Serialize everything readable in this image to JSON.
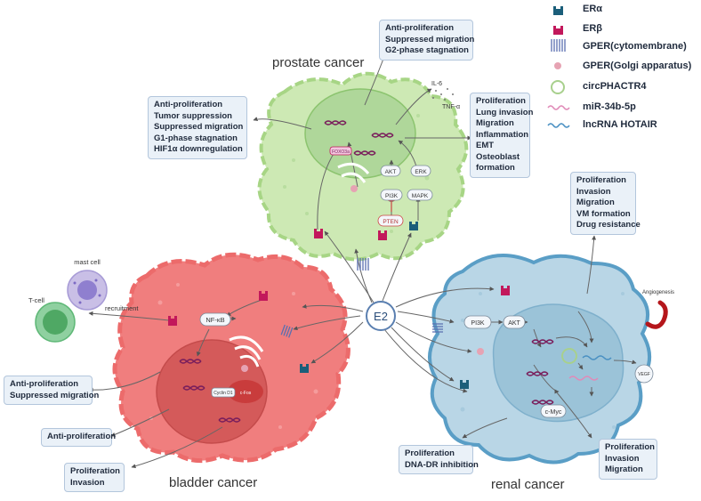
{
  "colors": {
    "er_alpha": "#1b5e7a",
    "er_beta": "#c2185b",
    "gper_membrane": "#5a6fb0",
    "gper_golgi": "#e6a3b3",
    "circ_phactr4": "#a8d08d",
    "mir_34b": "#e08ab8",
    "lnc_hotair": "#4a90c2",
    "prostate_cell": "#cde9b4",
    "bladder_cell": "#f07e7e",
    "renal_cell": "#b9d6e6",
    "box_fill": "#eaf1f8",
    "box_border": "#b3c6dc",
    "dna": "#7a1f5c"
  },
  "legend": {
    "items": [
      {
        "icon": "er-alpha-receptor-icon",
        "label": "ERα"
      },
      {
        "icon": "er-beta-receptor-icon",
        "label": "ERβ"
      },
      {
        "icon": "gper-membrane-receptor-icon",
        "label": "GPER(cytomembrane)"
      },
      {
        "icon": "gper-golgi-dot-icon",
        "label": "GPER(Golgi apparatus)"
      },
      {
        "icon": "circphactr4-ring-icon",
        "label": "circPHACTR4"
      },
      {
        "icon": "mir-34b-wave-icon",
        "label": "miR-34b-5p"
      },
      {
        "icon": "lnc-hotair-wave-icon",
        "label": "lncRNA HOTAIR"
      }
    ]
  },
  "center": {
    "label": "E2"
  },
  "titles": {
    "prostate": "prostate cancer",
    "bladder": "bladder cancer",
    "renal": "renal cancer"
  },
  "boxes": {
    "prostate_top": [
      "Anti-proliferation",
      "Suppressed migration",
      "G2-phase stagnation"
    ],
    "prostate_left": [
      "Anti-proliferation",
      "Tumor suppression",
      "Suppressed migration",
      "G1-phase stagnation",
      "HIF1α downregulation"
    ],
    "prostate_right": [
      "Proliferation",
      "Lung invasion",
      "Migration",
      "Inflammation",
      "EMT",
      "Osteoblast",
      "formation"
    ],
    "renal_top": [
      "Proliferation",
      "Invasion",
      "Migration",
      "VM formation",
      "Drug resistance"
    ],
    "renal_bottom_left": [
      "Proliferation",
      "DNA-DR inhibition"
    ],
    "renal_bottom_right": [
      "Proliferation",
      "Invasion",
      "Migration"
    ],
    "bladder_left": [
      "Anti-proliferation",
      "Suppressed migration"
    ],
    "bladder_mid": [
      "Anti-proliferation"
    ],
    "bladder_bottom": [
      "Proliferation",
      "Invasion"
    ]
  },
  "prostate_labels": {
    "foxo3a": "FOXO3a",
    "il6": "IL-6",
    "tnfa": "TNF-α",
    "akt": "AKT",
    "erk": "ERK",
    "pi3k": "PI3K",
    "mapk": "MAPK",
    "pten": "PTEN"
  },
  "bladder_labels": {
    "nfkb": "NF-κB",
    "cyclin": "Cyclin D1",
    "cfos": "c-Fos",
    "mast_cell": "mast cell",
    "t_cell": "T-cell",
    "recruitment": "recruitment"
  },
  "renal_labels": {
    "pi3k": "PI3K",
    "akt": "AKT",
    "cmyc": "c-Myc",
    "vegf": "VEGF",
    "angiogenesis": "Angiogenesis"
  }
}
